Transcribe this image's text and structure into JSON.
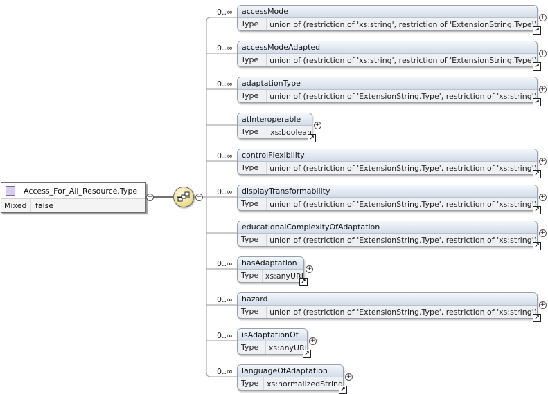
{
  "root": {
    "name": "Access_For_All_Resource.Type",
    "prop_label": "Mixed",
    "prop_value": "false"
  },
  "type_label": "Type",
  "elements": [
    {
      "name": "accessMode",
      "occurs": "0..∞",
      "type": "union of (restriction of 'xs:string', restriction of 'ExtensionString.Type')"
    },
    {
      "name": "accessModeAdapted",
      "occurs": "0..∞",
      "type": "union of (restriction of 'xs:string', restriction of 'ExtensionString.Type')"
    },
    {
      "name": "adaptationType",
      "occurs": "0..∞",
      "type": "union of (restriction of 'ExtensionString.Type', restriction of 'xs:string')"
    },
    {
      "name": "atInteroperable",
      "occurs": "",
      "type": "xs:boolean"
    },
    {
      "name": "controlFlexibility",
      "occurs": "0..∞",
      "type": "union of (restriction of 'ExtensionString.Type', restriction of 'xs:string')"
    },
    {
      "name": "displayTransformability",
      "occurs": "0..∞",
      "type": "union of (restriction of 'ExtensionString.Type', restriction of 'xs:string')"
    },
    {
      "name": "educationalComplexityOfAdaptation",
      "occurs": "",
      "type": "union of (restriction of 'ExtensionString.Type', restriction of 'xs:string')"
    },
    {
      "name": "hasAdaptation",
      "occurs": "0..∞",
      "type": "xs:anyURI"
    },
    {
      "name": "hazard",
      "occurs": "0..∞",
      "type": "union of (restriction of 'ExtensionString.Type', restriction of 'xs:string')"
    },
    {
      "name": "isAdaptationOf",
      "occurs": "0..∞",
      "type": "xs:anyURI"
    },
    {
      "name": "languageOfAdaptation",
      "occurs": "0..∞",
      "type": "xs:normalizedString"
    }
  ]
}
